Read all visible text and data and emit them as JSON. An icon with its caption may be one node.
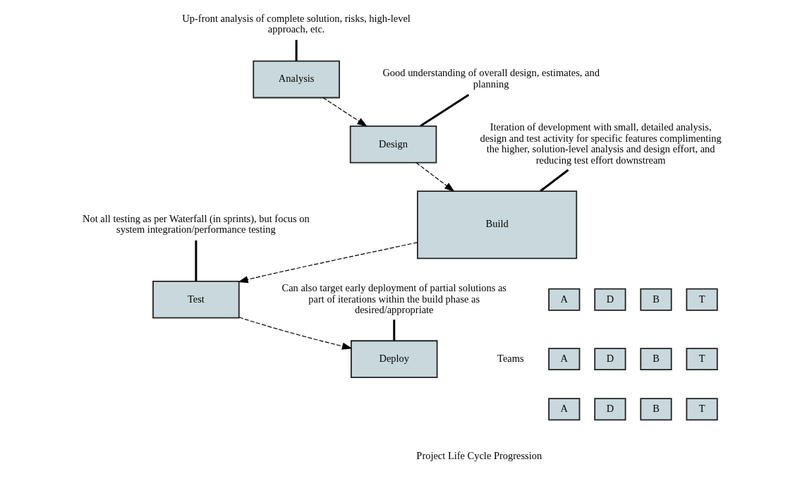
{
  "diagram": {
    "nodes": [
      {
        "text": [
          "Up-front analysis of complete solution, risks, high-level approach, etc."
        ]
      },
      {
        "text": [
          "Analysis"
        ]
      },
      {
        "text": [
          "Good understanding of overall design, estimates, and planning"
        ]
      },
      {
        "text": [
          "Design"
        ]
      },
      {
        "text": [
          "Iteration of development with small, detailed analysis, design and test activity for specific features complimenting the higher, solution-level analysis and design effort, and reducing test effort downstream"
        ]
      },
      {
        "text": [
          "Build"
        ]
      },
      {
        "text": [
          "Not all testing as per Waterfall (in sprints), but focus on system integration/performance testing"
        ]
      },
      {
        "text": [
          "Test"
        ]
      },
      {
        "text": [
          "Can also target early deployment of partial solutions as part of iterations within the build phase as desired/appropriate"
        ]
      },
      {
        "text": [
          "Deploy"
        ]
      },
      {
        "text": [
          "A"
        ]
      },
      {
        "text": [
          "D"
        ]
      },
      {
        "text": [
          "B"
        ]
      },
      {
        "text": [
          "T"
        ]
      },
      {
        "text": [
          "A"
        ]
      },
      {
        "text": [
          "D"
        ]
      },
      {
        "text": [
          "B"
        ]
      },
      {
        "text": [
          "T"
        ]
      },
      {
        "text": [
          "A"
        ]
      },
      {
        "text": [
          "D"
        ]
      },
      {
        "text": [
          "B"
        ]
      },
      {
        "text": [
          "T"
        ]
      }
    ],
    "edges": [
      {
        "from": 0,
        "to": 1,
        "arrow": "none"
      },
      {
        "from": 1,
        "to": 3,
        "arrow": "to",
        "style": "dashed"
      },
      {
        "from": 2,
        "to": 3,
        "arrow": "none"
      },
      {
        "from": 3,
        "to": 5,
        "arrow": "to",
        "style": "dashed"
      },
      {
        "from": 4,
        "to": 5,
        "arrow": "none"
      },
      {
        "from": 5,
        "to": 7,
        "arrow": "to",
        "style": "dashed"
      },
      {
        "from": 6,
        "to": 7,
        "arrow": "none"
      },
      {
        "from": 7,
        "to": 9,
        "arrow": "to",
        "style": "dashed"
      },
      {
        "from": 8,
        "to": 9,
        "arrow": "none"
      }
    ],
    "labels": [
      "Teams",
      "Project Life Cycle Progression"
    ]
  }
}
